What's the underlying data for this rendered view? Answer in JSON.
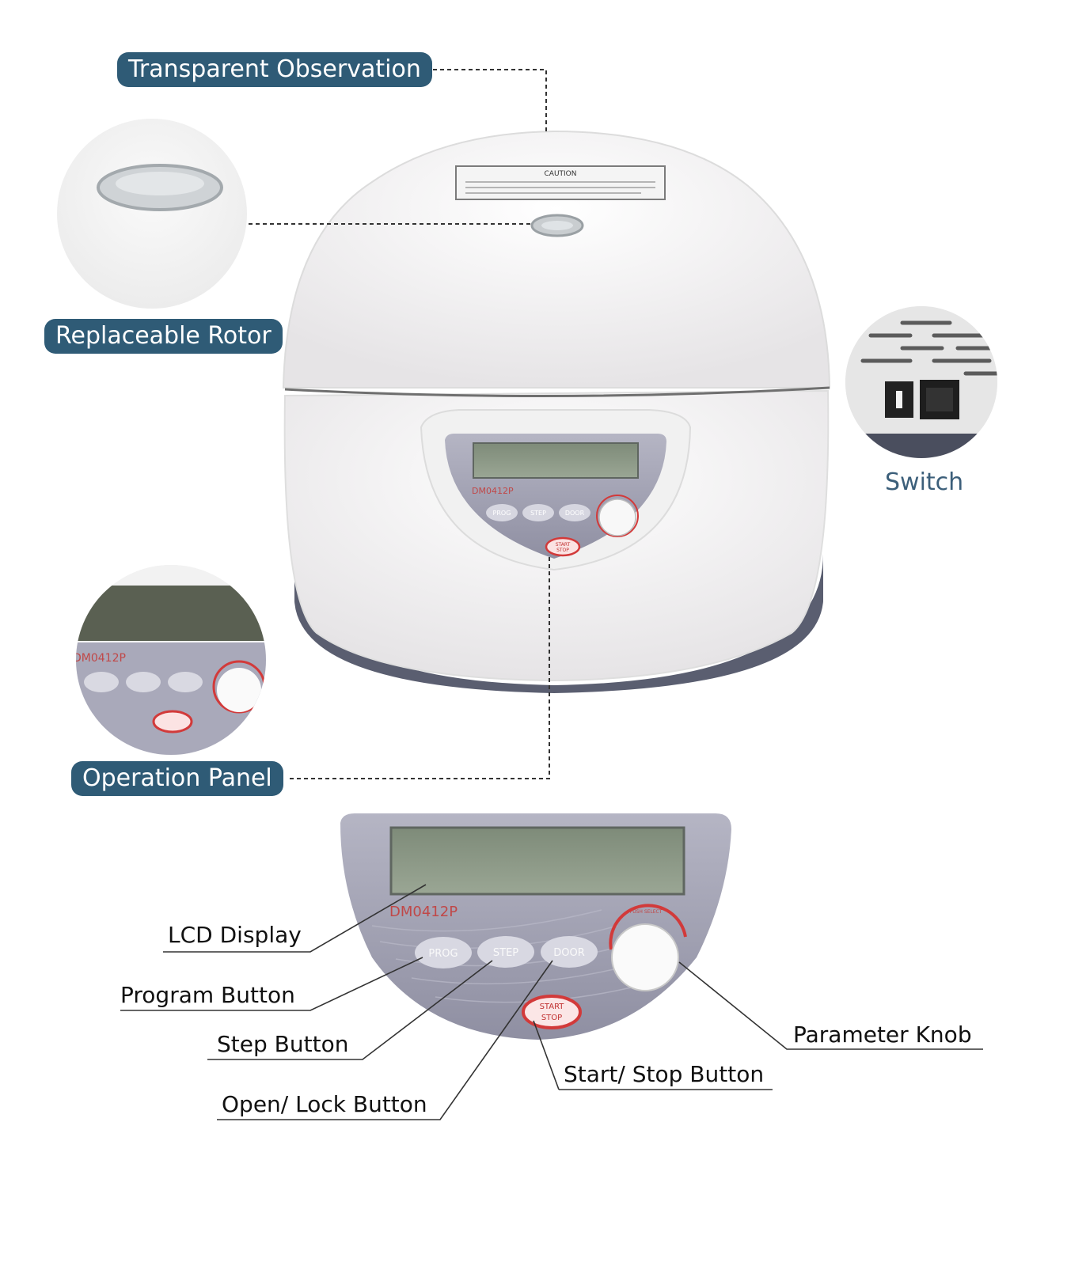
{
  "tags": {
    "transparent": "Transparent Observation",
    "rotor": "Replaceable Rotor",
    "panel": "Operation Panel"
  },
  "switch_label": "Switch",
  "panel_labels": {
    "lcd": "LCD Display",
    "program": "Program Button",
    "step": "Step Button",
    "open_lock": "Open/ Lock Button",
    "start_stop": "Start/ Stop Button",
    "knob": "Parameter Knob"
  },
  "device": {
    "model": "DM0412P",
    "caution": "CAUTION",
    "btn_prog": "PROG",
    "btn_step": "STEP",
    "btn_door": "DOOR",
    "btn_start": "START",
    "btn_stop": "STOP",
    "knob_caption": "PUSH SELECT"
  },
  "colors": {
    "tag_bg": "#2f5b76",
    "switch_text": "#3c5f7a",
    "panel_grey": "#9a9aac",
    "lcd_green": "#8a9884",
    "accent_red": "#d23a3a"
  }
}
